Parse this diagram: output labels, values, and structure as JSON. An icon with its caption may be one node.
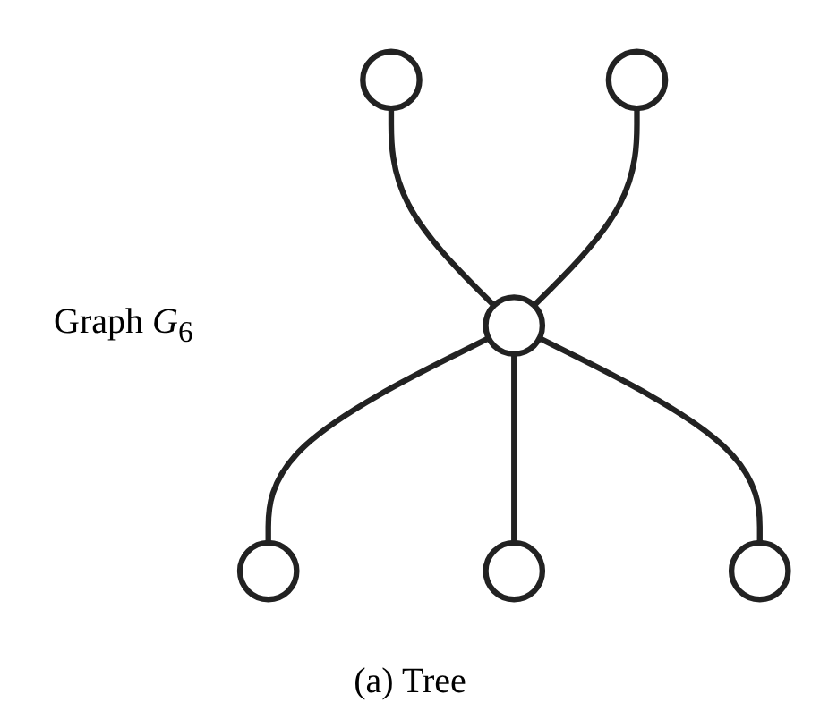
{
  "diagram": {
    "caption": "(a) Tree",
    "nodes": [
      {
        "text": [],
        "shape": "circle"
      },
      {
        "text": [],
        "shape": "circle"
      },
      {
        "text": [],
        "shape": "circle"
      },
      {
        "text": [],
        "shape": "circle"
      },
      {
        "text": [],
        "shape": "circle"
      },
      {
        "text": [],
        "shape": "circle"
      }
    ],
    "edges": [
      {
        "from": 0,
        "to": 3,
        "arrow": "none"
      },
      {
        "from": 1,
        "to": 3,
        "arrow": "none"
      },
      {
        "from": 3,
        "to": 2,
        "arrow": "none"
      },
      {
        "from": 3,
        "to": 4,
        "arrow": "none"
      },
      {
        "from": 3,
        "to": 5,
        "arrow": "none"
      }
    ],
    "labels": [
      "Graph *G*$_{6}$"
    ]
  }
}
